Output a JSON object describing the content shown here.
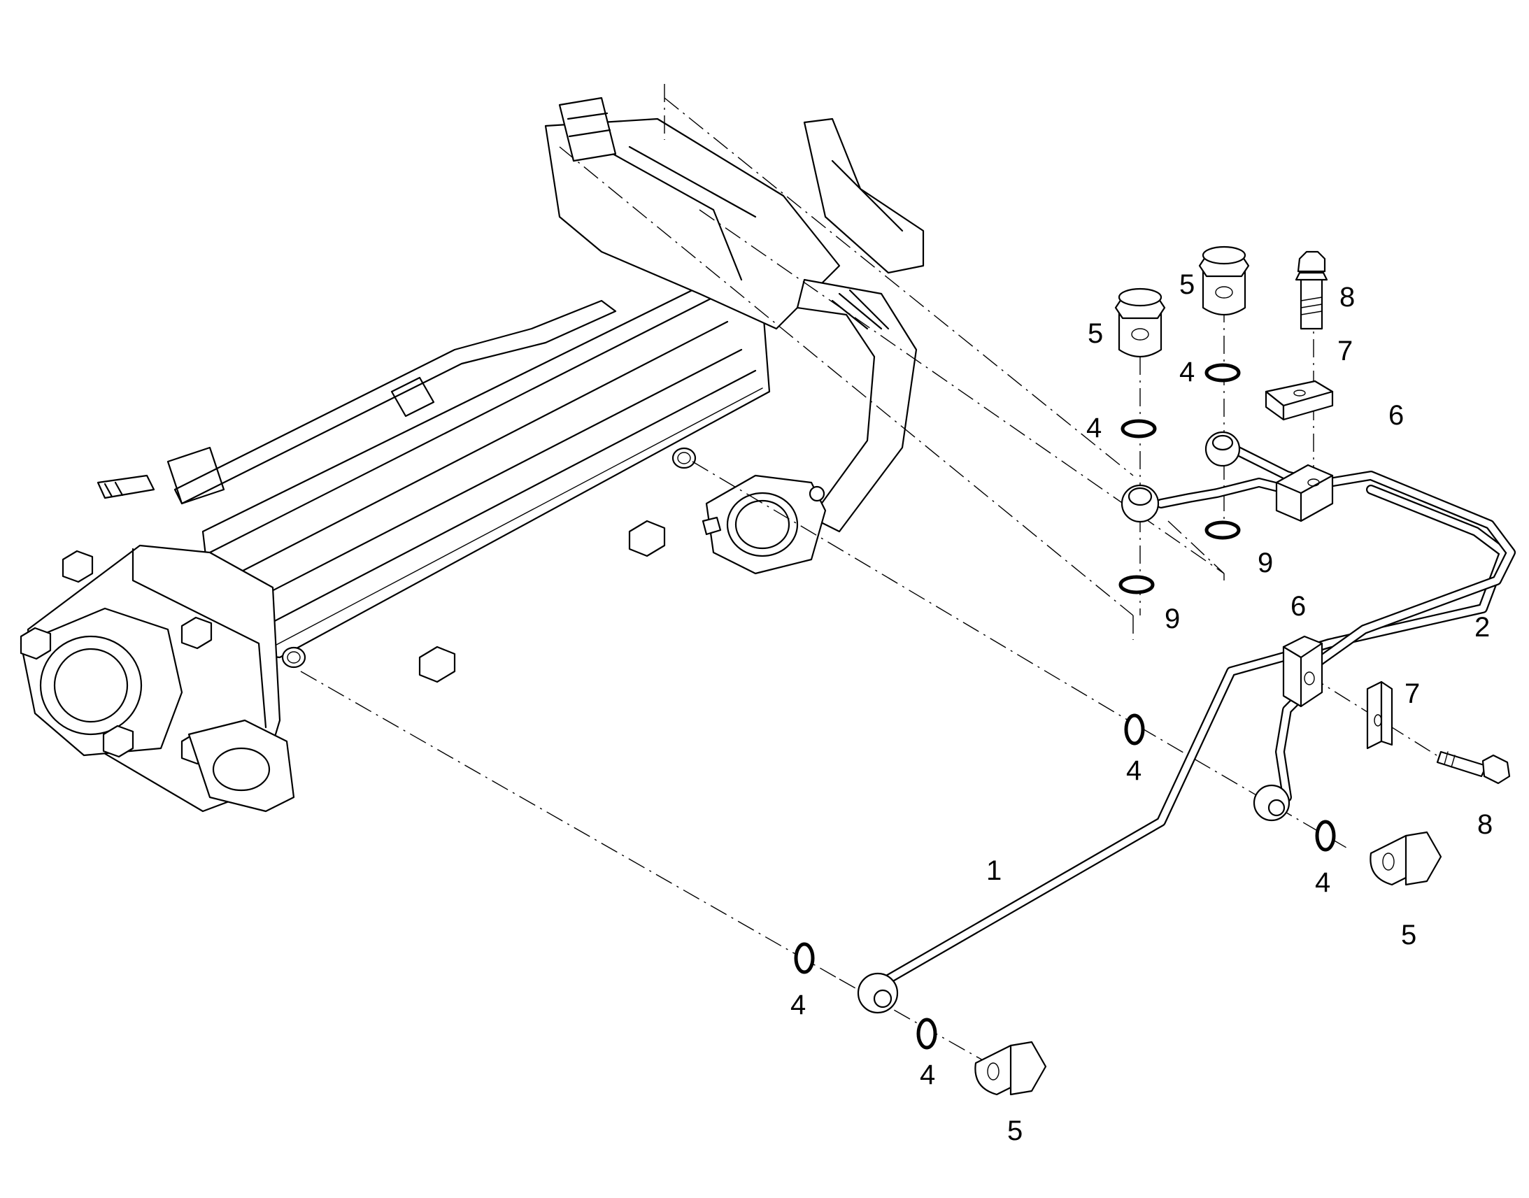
{
  "callouts": {
    "c1": "1",
    "c2": "2",
    "c4a": "4",
    "c4b": "4",
    "c4c": "4",
    "c4d": "4",
    "c4e": "4",
    "c4f": "4",
    "c5a": "5",
    "c5b": "5",
    "c5c": "5",
    "c5d": "5",
    "c6a": "6",
    "c6b": "6",
    "c7a": "7",
    "c7b": "7",
    "c8a": "8",
    "c8b": "8",
    "c9a": "9",
    "c9b": "9"
  }
}
